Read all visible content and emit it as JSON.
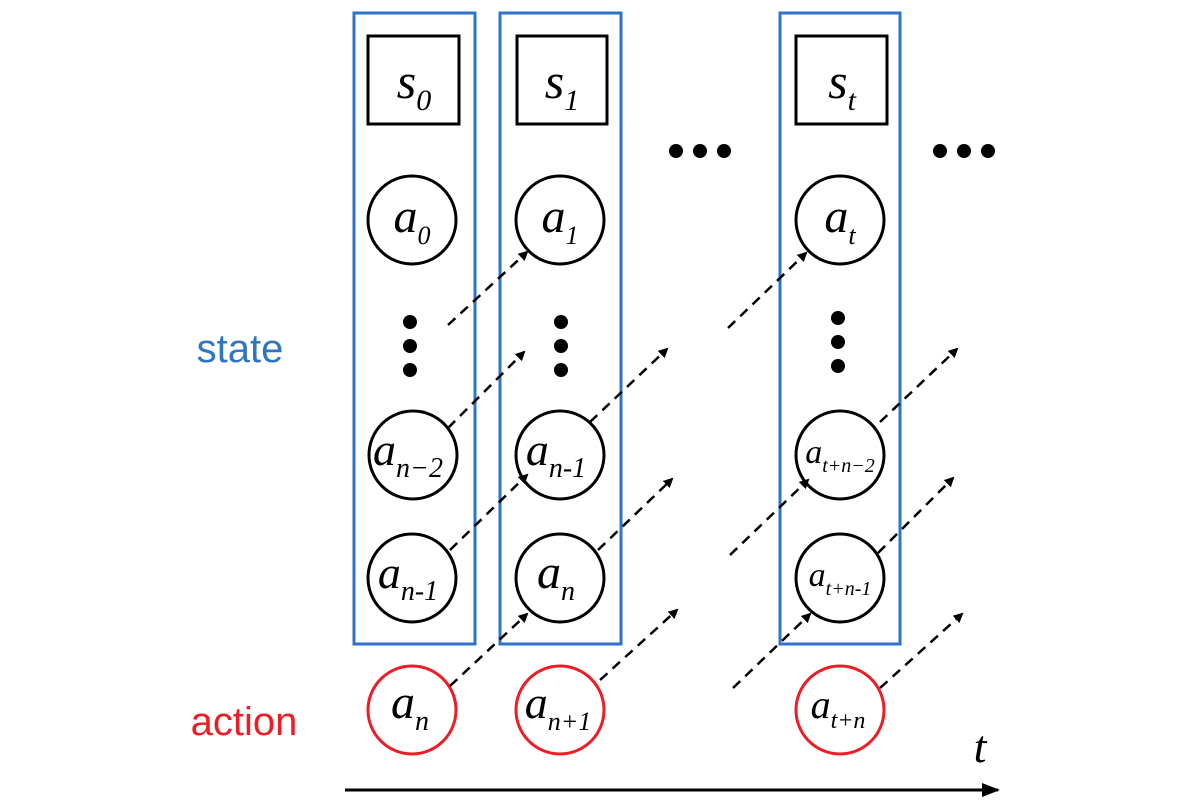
{
  "labels": {
    "state": "state",
    "action": "action",
    "time_axis": "t"
  },
  "colors": {
    "state_frame": "#2e75c8",
    "state_text": "#2e75c8",
    "action_text": "#ee1c25",
    "action_circle": "#ee1c25",
    "node": "#000000"
  },
  "columns": [
    {
      "state": {
        "base": "s",
        "sub": "0"
      },
      "nodes": [
        {
          "base": "a",
          "sub": "0"
        },
        {
          "base": "a",
          "sub": "n−2"
        },
        {
          "base": "a",
          "sub": "n-1"
        }
      ],
      "action": {
        "base": "a",
        "sub": "n"
      }
    },
    {
      "state": {
        "base": "s",
        "sub": "1"
      },
      "nodes": [
        {
          "base": "a",
          "sub": "1"
        },
        {
          "base": "a",
          "sub": "n-1"
        },
        {
          "base": "a",
          "sub": "n"
        }
      ],
      "action": {
        "base": "a",
        "sub": "n+1"
      }
    },
    {
      "state": {
        "base": "s",
        "sub": "t"
      },
      "nodes": [
        {
          "base": "a",
          "sub": "t"
        },
        {
          "base": "a",
          "sub": "t+n−2"
        },
        {
          "base": "a",
          "sub": "t+n-1"
        }
      ],
      "action": {
        "base": "a",
        "sub": "t+n"
      }
    }
  ]
}
